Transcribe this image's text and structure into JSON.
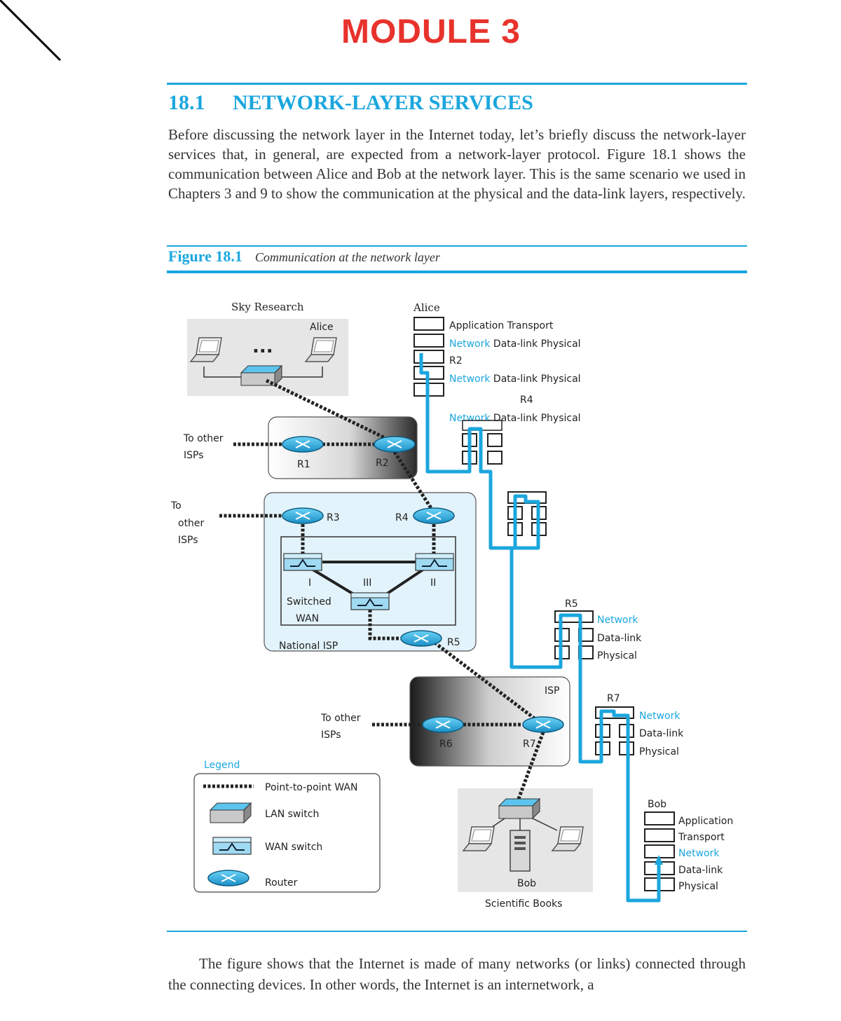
{
  "module_title": "MODULE 3",
  "section": {
    "number": "18.1",
    "title": "NETWORK-LAYER SERVICES"
  },
  "intro_paragraph": "Before discussing the network layer in the Internet today, let’s briefly discuss the network-layer services that, in general, are expected from a network-layer protocol. Figure 18.1 shows the communication between Alice and Bob at the network layer. This is the same scenario we used in Chapters 3 and 9 to show the communication at the physical and the data-link layers, respectively.",
  "figure": {
    "label": "Figure 18.1",
    "caption": "Communication at the network layer",
    "sky_research": {
      "title": "Sky Research",
      "user": "Alice",
      "dots": "..."
    },
    "isp_labels": {
      "to_other_isps_1": [
        "To other",
        "ISPs"
      ],
      "to_other_isps_2": [
        "To",
        "other",
        "ISPs"
      ],
      "to_other_isps_3": [
        "To other",
        "ISPs"
      ]
    },
    "routers": {
      "r1": "R1",
      "r2": "R2",
      "r3": "R3",
      "r4": "R4",
      "r5": "R5",
      "r6": "R6",
      "r7": "R7"
    },
    "switches": {
      "s1": "I",
      "s2": "II",
      "s3": "III"
    },
    "switched_wan": [
      "Switched",
      "WAN"
    ],
    "national_isp": "National ISP",
    "isp": "ISP",
    "bob_site": {
      "user": "Bob",
      "title": "Scientific Books"
    },
    "alice_stack": {
      "title": "Alice",
      "line1": "Application Transport",
      "line2_blue": "Network",
      "line2_rest": " Data-link Physical",
      "r2": "R2",
      "line3_blue": "Network",
      "line3_rest": " Data-link Physical",
      "r4": "R4",
      "line4_blue": "Network",
      "line4_rest": " Data-link Physical"
    },
    "r5_stack": {
      "title": "R5",
      "network": "Network",
      "datalink": "Data-link",
      "physical": "Physical"
    },
    "r7_stack": {
      "title": "R7",
      "network": "Network",
      "datalink": "Data-link",
      "physical": "Physical"
    },
    "bob_stack": {
      "title": "Bob",
      "l1": "Application",
      "l2": "Transport",
      "l3": "Network",
      "l4": "Data-link",
      "l5": "Physical"
    },
    "legend": {
      "title": "Legend",
      "items": [
        "Point-to-point WAN",
        "LAN switch",
        "WAN switch",
        "Router"
      ]
    },
    "colors": {
      "accent": "#1ba6dd",
      "title_red": "#e8322c"
    }
  },
  "outro_paragraph": "The figure shows that the Internet is made of many networks (or links) connected through the connecting devices. In other words, the Internet is an internetwork, a"
}
